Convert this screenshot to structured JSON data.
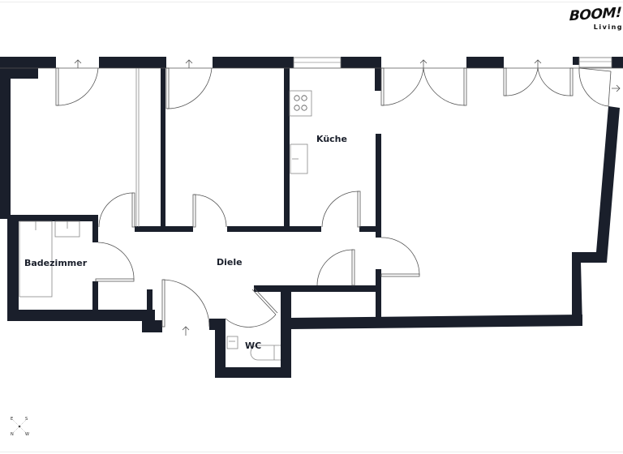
{
  "brand": {
    "logo_main": "BOOM!",
    "logo_sub": "Living"
  },
  "colors": {
    "wall": "#1a1f2b",
    "line": "#555555",
    "background": "#ffffff"
  },
  "rooms": [
    {
      "id": "badezimmer",
      "label": "Badezimmer"
    },
    {
      "id": "diele",
      "label": "Diele"
    },
    {
      "id": "kueche",
      "label": "Küche"
    },
    {
      "id": "wc",
      "label": "WC"
    }
  ],
  "compass": {
    "n": "N",
    "e": "E",
    "s": "S",
    "w": "W"
  }
}
